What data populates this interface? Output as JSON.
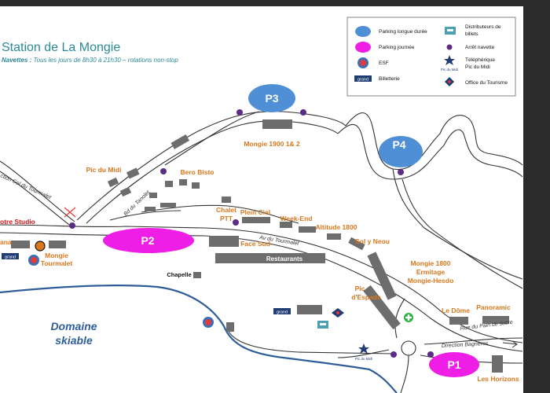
{
  "header": {
    "title": "Station de La Mongie",
    "subtitle_lead": "Navettes :",
    "subtitle_rest": "Tous les jours de 8h30 à 21h30 – rotations non-stop"
  },
  "legend": {
    "parking_long": "Parking longue durée",
    "parking_day": "Parking journée",
    "esf": "ESF",
    "ticket_office": "Billetterie",
    "ticket_machines_1": "Distributeurs de",
    "ticket_machines_2": "billets",
    "shuttle_stop": "Arrêt navette",
    "cable_car_1": "Téléphérique",
    "cable_car_2": "Pic du Midi",
    "tourist_office": "Office du Tourisme"
  },
  "parkings": {
    "p1": "P1",
    "p2": "P2",
    "p3": "P3",
    "p4": "P4"
  },
  "places": {
    "mongie_1900": "Mongie 1900 1& 2",
    "pic_du_midi": "Pic du Midi",
    "bero_bisto": "Bero Bisto",
    "chalet": "Chalet",
    "ptt": "PTT",
    "plein_ciel": "Plein Ciel",
    "week_end": "Week-End",
    "altitude_1800": "Altitude 1800",
    "sol_y_neou": "Sol y Neou",
    "face_sud": "Face Sud",
    "restaurants": "Restaurants",
    "chapelle": "Chapelle",
    "mongie_tourmalet_1": "Mongie",
    "mongie_tourmalet_2": "Tourmalet",
    "votre_studio": "otre Studio",
    "ana": "ana",
    "mongie_1800_1": "Mongie 1800",
    "mongie_1800_2": "Ermitage",
    "mongie_1800_3": "Mongie-Hesdo",
    "pic_espade_1": "Pic",
    "pic_espade_2": "d'Espade",
    "le_dome": "Le Dôme",
    "panoramic": "Panoramic",
    "les_horizons": "Les Horizons",
    "domaine_1": "Domaine",
    "domaine_2": "skiable"
  },
  "roads": {
    "col_tourmalet": "ction Col du Tourmalet",
    "bd_tanolet": "Bd du Tanolet",
    "av_tourmalet": "Av du Tourmalet",
    "rue_pain_sucre": "Rue du Pain de sucre",
    "direction_bagneres": "Direction Bagnères"
  },
  "logos": {
    "grand": "grand",
    "pic_du_midi": "Pic du Midi"
  },
  "colors": {
    "parking_long": "#4f8fd6",
    "parking_day": "#ee1ee6",
    "shuttle_stop": "#5b2c86",
    "place_label": "#d8771b",
    "building": "#6d6d6d",
    "slope": "#2f5d99",
    "title": "#2a8a95"
  }
}
